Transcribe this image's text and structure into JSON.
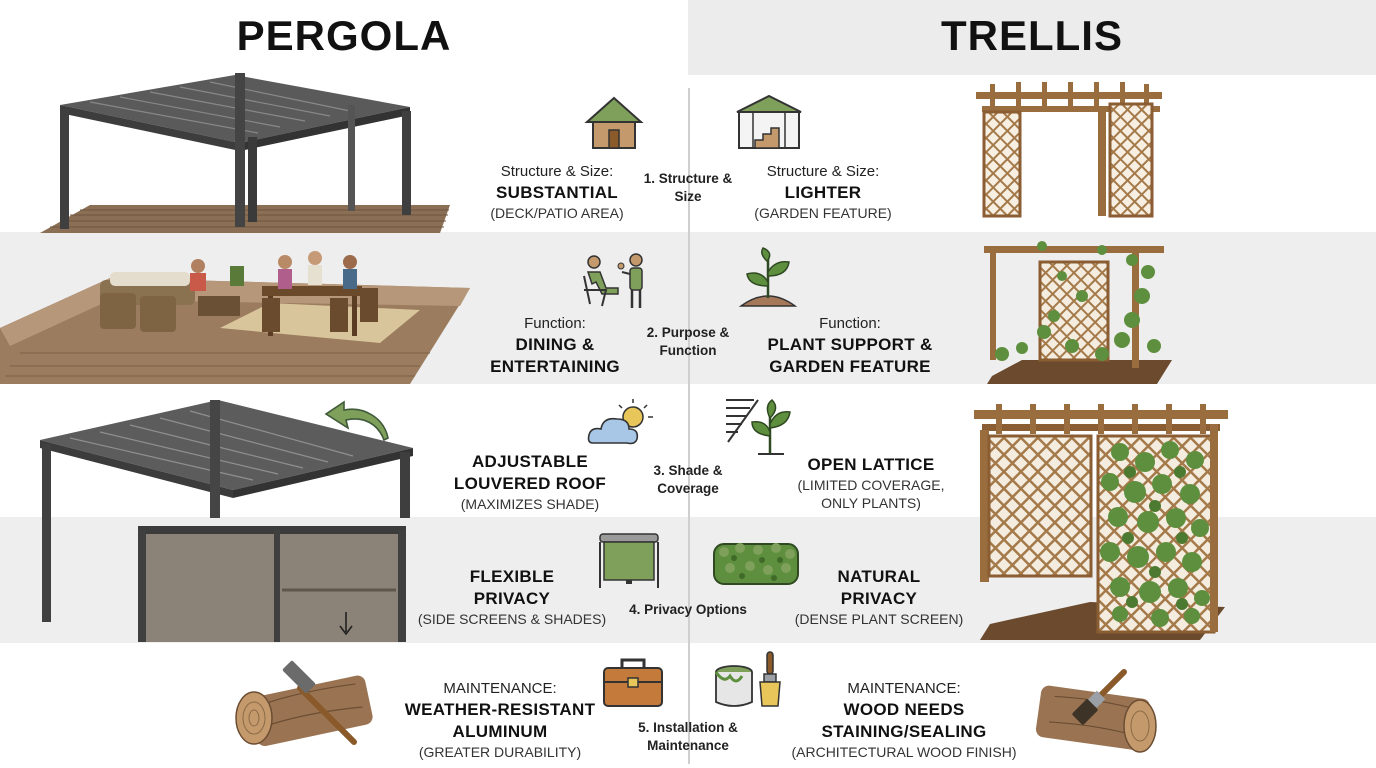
{
  "titles": {
    "left": "PERGOLA",
    "right": "TRELLIS"
  },
  "rows": [
    {
      "center": "1. Structure & Size",
      "left": {
        "label": "Structure & Size:",
        "value": "SUBSTANTIAL",
        "note": "(DECK/PATIO AREA)",
        "icon": "house-icon"
      },
      "right": {
        "label": "Structure & Size:",
        "value": "LIGHTER",
        "note": "(GARDEN FEATURE)",
        "icon": "greenhouse-icon"
      }
    },
    {
      "center": "2. Purpose & Function",
      "left": {
        "label": "Function:",
        "value": "DINING & ENTERTAINING",
        "icon": "people-dining-icon"
      },
      "right": {
        "label": "Function:",
        "value": "PLANT SUPPORT & GARDEN FEATURE",
        "icon": "sprout-icon"
      }
    },
    {
      "center": "3. Shade & Coverage",
      "left": {
        "value": "ADJUSTABLE LOUVERED ROOF",
        "note": "(MAXIMIZES SHADE)",
        "icon": "sun-cloud-icon"
      },
      "right": {
        "value": "OPEN LATTICE",
        "note": "(LIMITED COVERAGE, ONLY PLANTS)",
        "icon": "lattice-plant-icon"
      }
    },
    {
      "center": "4. Privacy Options",
      "left": {
        "value": "FLEXIBLE PRIVACY",
        "note": "(SIDE SCREENS & SHADES)",
        "icon": "roller-shade-icon"
      },
      "right": {
        "value": "NATURAL PRIVACY",
        "note": "(DENSE PLANT SCREEN)",
        "icon": "hedge-icon"
      }
    },
    {
      "center": "5. Installation & Maintenance",
      "left": {
        "label": "MAINTENANCE:",
        "value": "WEATHER-RESISTANT ALUMINUM",
        "note": "(GREATER DURABILITY)",
        "icon": "toolbox-icon"
      },
      "right": {
        "label": "MAINTENANCE:",
        "value": "WOOD NEEDS STAINING/SEALING",
        "note": "(ARCHITECTURAL WOOD FINISH)",
        "icon": "paint-can-brush-icon"
      }
    }
  ],
  "colors": {
    "band_gray": "#eeeeee",
    "metal": "#4a4a4a",
    "wood": "#9a6d3f",
    "deck": "#8b6f55",
    "plant": "#5e8f3e",
    "icon_green": "#7ea05a",
    "icon_tan": "#c49a6c"
  }
}
